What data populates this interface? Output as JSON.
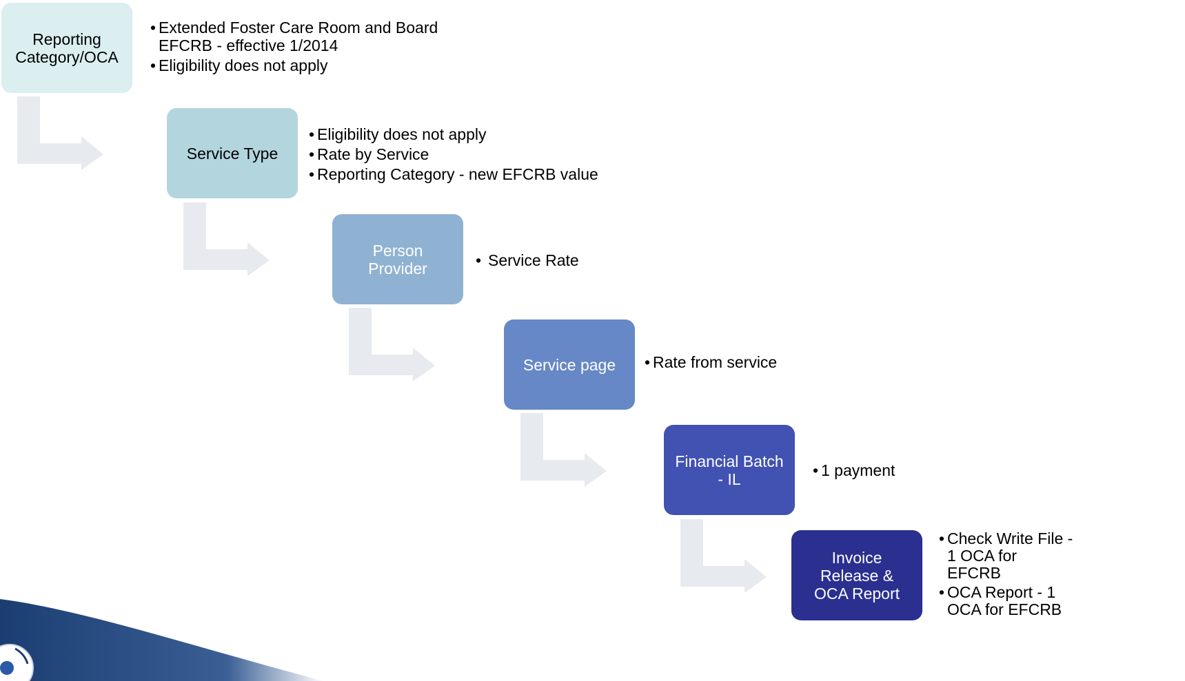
{
  "steps": [
    {
      "id": "reporting-category",
      "label": "Reporting\nCategory/OCA",
      "fill": "#dbeef0",
      "text_color": "#000000",
      "notes": [
        "Extended Foster Care Room and Board\nEFCRB - effective 1/2014",
        "Eligibility does not apply"
      ]
    },
    {
      "id": "service-type",
      "label": "Service Type",
      "fill": "#b3d5de",
      "text_color": "#000000",
      "notes": [
        "Eligibility does not apply",
        "Rate by Service",
        "Reporting Category - new EFCRB value"
      ]
    },
    {
      "id": "person-provider",
      "label": "Person\nProvider",
      "fill": "#8fb2d3",
      "text_color": "#ffffff",
      "notes": [
        "Service Rate"
      ]
    },
    {
      "id": "service-page",
      "label": "Service page",
      "fill": "#6688c6",
      "text_color": "#ffffff",
      "notes": [
        "Rate from service"
      ]
    },
    {
      "id": "financial-batch",
      "label": "Financial Batch\n- IL",
      "fill": "#4152b2",
      "text_color": "#ffffff",
      "notes": [
        "1 payment"
      ]
    },
    {
      "id": "invoice-release",
      "label": "Invoice\nRelease &\nOCA Report",
      "fill": "#2a2f90",
      "text_color": "#ffffff",
      "notes": [
        "Check Write File -\n1 OCA for\nEFCRB",
        "OCA Report - 1\nOCA for EFCRB"
      ]
    }
  ],
  "colors": {
    "connector_arrow": "#e7ebef",
    "swoosh": "#1b3d72"
  },
  "icons": [
    "bent-arrow-icon",
    "department-seal-icon"
  ]
}
